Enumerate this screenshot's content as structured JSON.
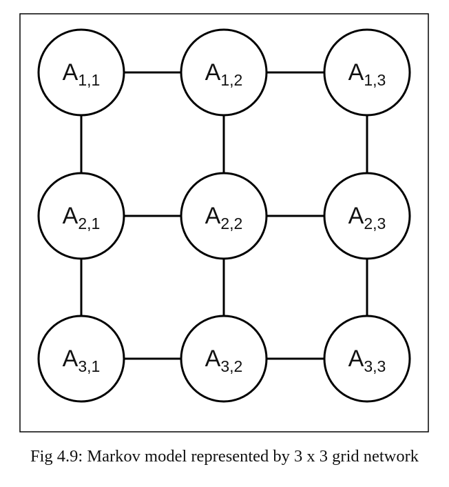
{
  "diagram": {
    "rows": 3,
    "cols": 3,
    "node_base_label": "A",
    "nodes": [
      {
        "id": "1-1",
        "base": "A",
        "sub": "1,1"
      },
      {
        "id": "1-2",
        "base": "A",
        "sub": "1,2"
      },
      {
        "id": "1-3",
        "base": "A",
        "sub": "1,3"
      },
      {
        "id": "2-1",
        "base": "A",
        "sub": "2,1"
      },
      {
        "id": "2-2",
        "base": "A",
        "sub": "2,2"
      },
      {
        "id": "2-3",
        "base": "A",
        "sub": "2,3"
      },
      {
        "id": "3-1",
        "base": "A",
        "sub": "3,1"
      },
      {
        "id": "3-2",
        "base": "A",
        "sub": "3,2"
      },
      {
        "id": "3-3",
        "base": "A",
        "sub": "3,3"
      }
    ],
    "edges": [
      [
        "1-1",
        "1-2"
      ],
      [
        "1-2",
        "1-3"
      ],
      [
        "2-1",
        "2-2"
      ],
      [
        "2-2",
        "2-3"
      ],
      [
        "3-1",
        "3-2"
      ],
      [
        "3-2",
        "3-3"
      ],
      [
        "1-1",
        "2-1"
      ],
      [
        "2-1",
        "3-1"
      ],
      [
        "1-2",
        "2-2"
      ],
      [
        "2-2",
        "3-2"
      ],
      [
        "1-3",
        "2-3"
      ],
      [
        "2-3",
        "3-3"
      ]
    ],
    "stroke_color": "#000000",
    "fill_color": "#ffffff"
  },
  "caption": "Fig 4.9: Markov model represented by 3 x 3 grid network"
}
